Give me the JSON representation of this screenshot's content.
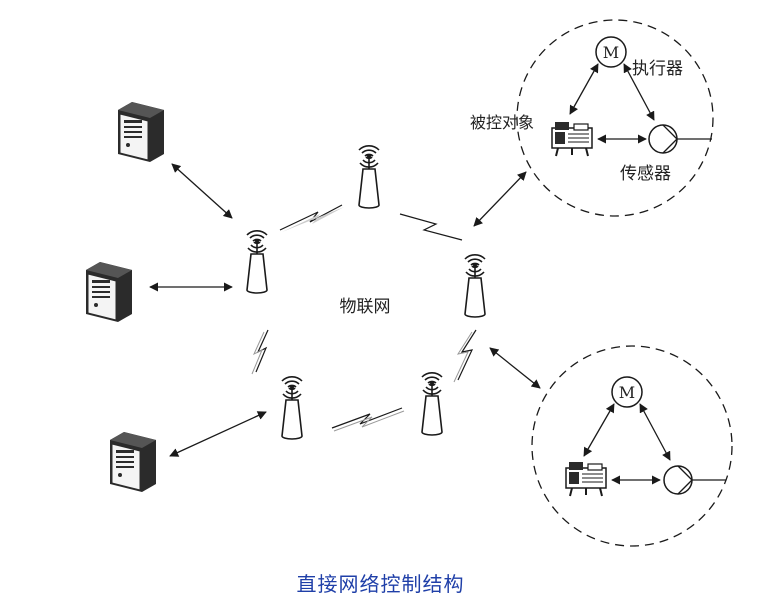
{
  "diagram": {
    "network_label": "物联网",
    "controlled_object_label": "被控对象",
    "actuator_label": "执行器",
    "sensor_label": "传感器",
    "motor_symbol": "M"
  },
  "caption": "直接网络控制结构",
  "colors": {
    "line": "#1a1a1a",
    "caption": "#1f3fa8",
    "server_dark": "#2b2b2b",
    "server_light": "#f4f4f4"
  },
  "icons": [
    "server-icon",
    "antenna-icon",
    "wireless-link-icon",
    "motor-icon",
    "plant-icon",
    "pump-icon"
  ]
}
